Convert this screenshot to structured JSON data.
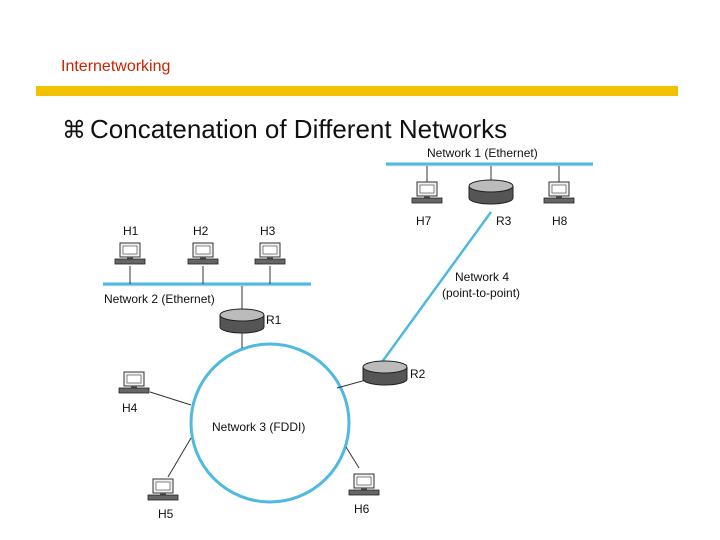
{
  "header": {
    "section_title": "Internetworking"
  },
  "slide": {
    "bullet_icon": "command-icon",
    "bullet_glyph": "⌘",
    "title": "Concatenation of Different Networks"
  },
  "colors": {
    "accent_bar": "#f2c200",
    "header_text": "#cc2200",
    "network_line": "#4fb9e0"
  },
  "diagram": {
    "networks": {
      "n1": "Network 1 (Ethernet)",
      "n2": "Network 2 (Ethernet)",
      "n3": "Network 3 (FDDI)",
      "n4_line1": "Network 4",
      "n4_line2": "(point-to-point)"
    },
    "hosts": {
      "h1": "H1",
      "h2": "H2",
      "h3": "H3",
      "h4": "H4",
      "h5": "H5",
      "h6": "H6",
      "h7": "H7",
      "h8": "H8"
    },
    "routers": {
      "r1": "R1",
      "r2": "R2",
      "r3": "R3"
    }
  }
}
